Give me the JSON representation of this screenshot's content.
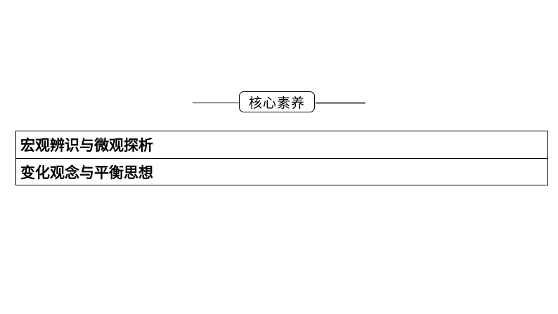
{
  "heading": {
    "label": "核心素养"
  },
  "table": {
    "rows": [
      {
        "text": "宏观辨识与微观探析"
      },
      {
        "text": "变化观念与平衡思想"
      }
    ]
  }
}
